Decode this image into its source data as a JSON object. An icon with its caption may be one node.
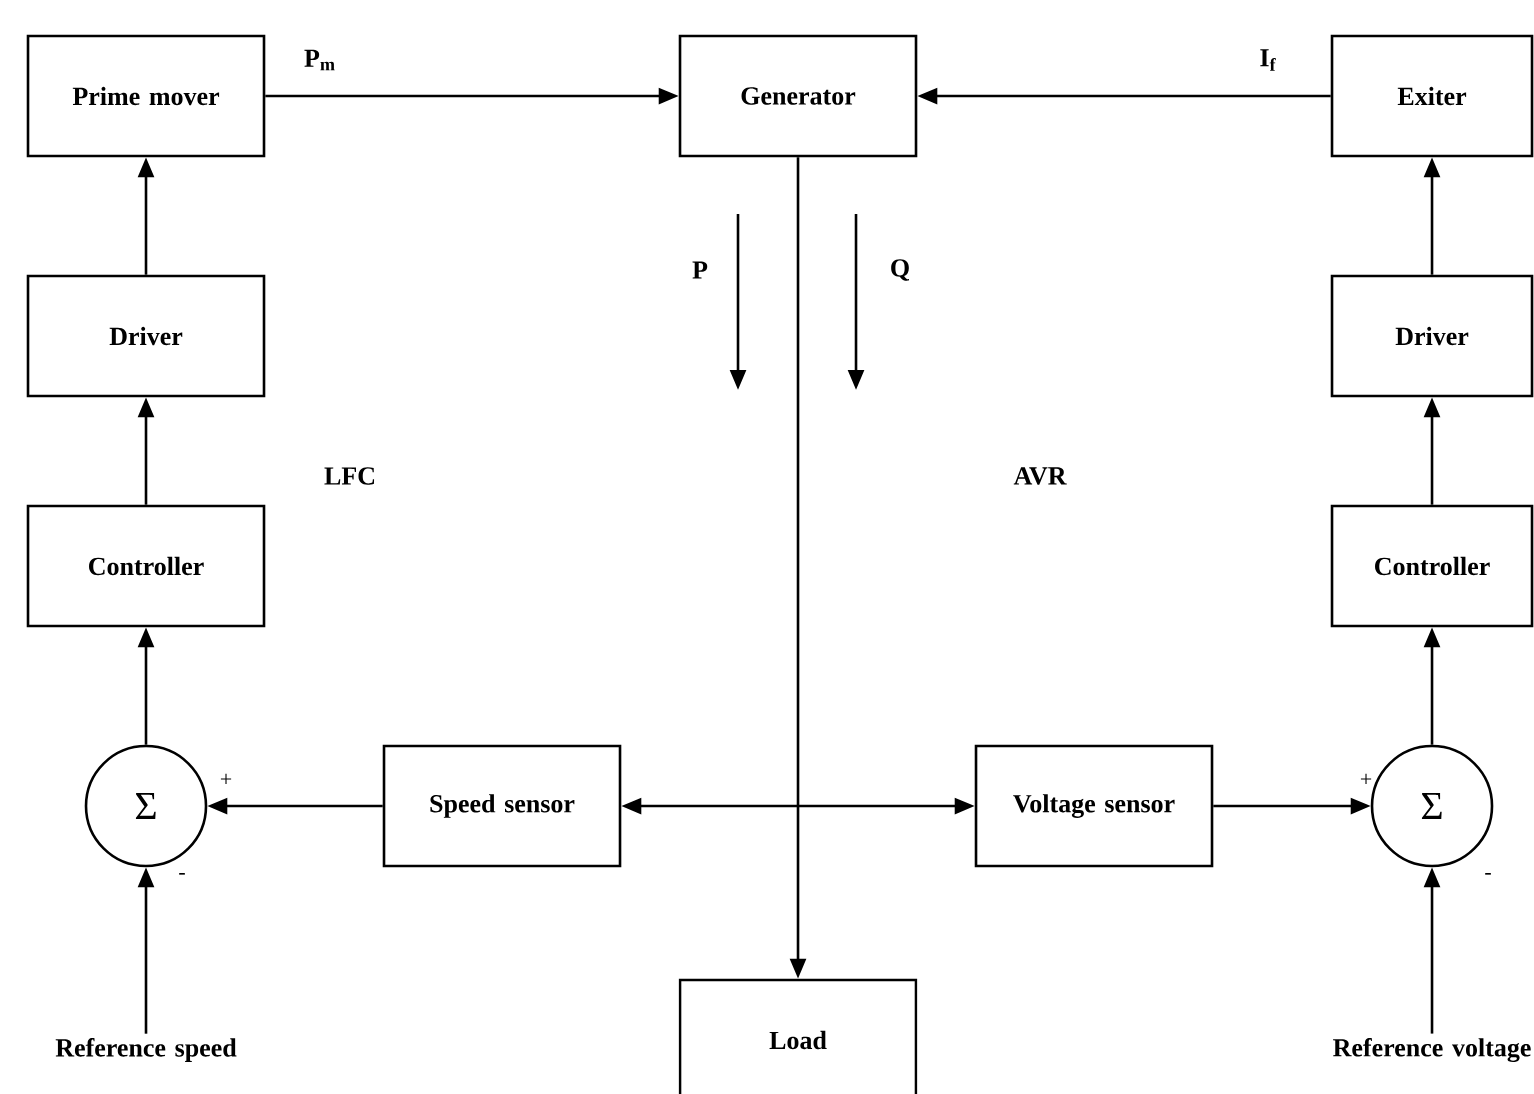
{
  "diagram": {
    "nodes": [
      {
        "text": [
          "Prime mover"
        ]
      },
      {
        "text": [
          "Generator"
        ]
      },
      {
        "text": [
          "Exiter"
        ]
      },
      {
        "text": [
          "Driver"
        ]
      },
      {
        "text": [
          "Driver"
        ]
      },
      {
        "text": [
          "Controller"
        ]
      },
      {
        "text": [
          "Controller"
        ]
      },
      {
        "text": [
          "Σ"
        ]
      },
      {
        "text": [
          "Speed sensor"
        ]
      },
      {
        "text": [
          "Voltage sensor"
        ]
      },
      {
        "text": [
          "Σ"
        ]
      },
      {
        "text": [
          "Reference speed"
        ]
      },
      {
        "text": [
          "Reference voltage"
        ]
      },
      {
        "text": [
          "Load"
        ]
      }
    ],
    "edges": [
      {
        "from": 0,
        "to": 1,
        "arrow": "to",
        "label": "P$_{m}$"
      },
      {
        "from": 2,
        "to": 1,
        "arrow": "to",
        "label": "I$_{f}$"
      },
      {
        "from": 3,
        "to": 0,
        "arrow": "to"
      },
      {
        "from": 4,
        "to": 2,
        "arrow": "to"
      },
      {
        "from": 5,
        "to": 3,
        "arrow": "to"
      },
      {
        "from": 6,
        "to": 4,
        "arrow": "to"
      },
      {
        "from": 7,
        "to": 5,
        "arrow": "to"
      },
      {
        "from": 10,
        "to": 6,
        "arrow": "to"
      },
      {
        "from": 8,
        "to": 7,
        "arrow": "to"
      },
      {
        "from": 9,
        "to": 10,
        "arrow": "to"
      },
      {
        "from": 11,
        "to": 7,
        "arrow": "to"
      },
      {
        "from": 12,
        "to": 10,
        "arrow": "to"
      },
      {
        "from": 1,
        "to": 13,
        "arrow": "to"
      },
      {
        "from": 8,
        "to": 9,
        "arrow": "both"
      }
    ],
    "labels": [
      "P",
      "Q",
      "LFC",
      "AVR",
      "+",
      "-",
      "+",
      "-"
    ]
  }
}
